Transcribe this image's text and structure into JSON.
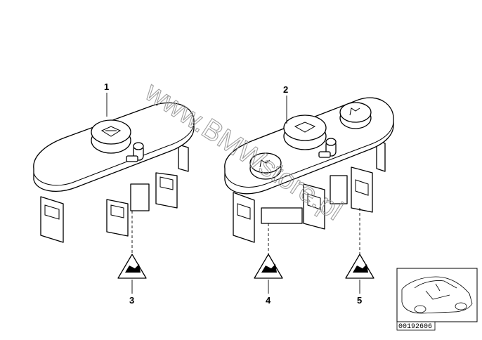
{
  "callouts": {
    "c1": "1",
    "c2": "2",
    "c3": "3",
    "c4": "4",
    "c5": "5"
  },
  "watermark": "www.BMWstore.pl",
  "reference_number": "00192606"
}
